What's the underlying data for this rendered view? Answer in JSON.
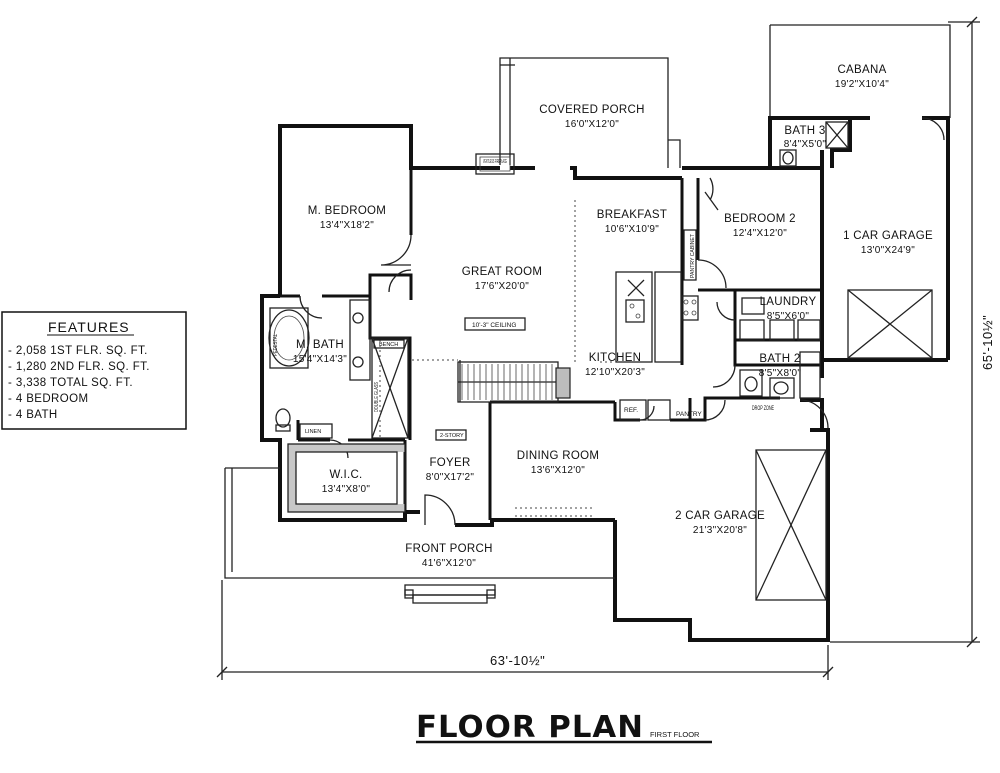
{
  "features": {
    "title": "FEATURES",
    "items": [
      "- 2,058 1ST FLR. SQ. FT.",
      "- 1,280 2ND FLR. SQ. FT.",
      "- 3,338 TOTAL SQ. FT.",
      "- 4 BEDROOM",
      "- 4 BATH"
    ]
  },
  "rooms": {
    "cabana": {
      "name": "CABANA",
      "size": "19'2\"X10'4\""
    },
    "covered_porch": {
      "name": "COVERED PORCH",
      "size": "16'0\"X12'0\""
    },
    "bath3": {
      "name": "BATH 3",
      "size": "8'4\"X5'0\""
    },
    "m_bedroom": {
      "name": "M. BEDROOM",
      "size": "13'4\"X18'2\""
    },
    "breakfast": {
      "name": "BREAKFAST",
      "size": "10'6\"X10'9\""
    },
    "bedroom2": {
      "name": "BEDROOM 2",
      "size": "12'4\"X12'0\""
    },
    "garage1": {
      "name": "1 CAR GARAGE",
      "size": "13'0\"X24'9\""
    },
    "great_room": {
      "name": "GREAT ROOM",
      "size": "17'6\"X20'0\"",
      "note": "10'-3\" CEILING"
    },
    "laundry": {
      "name": "LAUNDRY",
      "size": "8'5\"X6'0\""
    },
    "m_bath": {
      "name": "M. BATH",
      "size": "15'4\"X14'3\""
    },
    "kitchen": {
      "name": "KITCHEN",
      "size": "12'10\"X20'3\""
    },
    "bath2": {
      "name": "BATH 2",
      "size": "8'5\"X8'0\""
    },
    "wic": {
      "name": "W.I.C.",
      "size": "13'4\"X8'0\""
    },
    "foyer": {
      "name": "FOYER",
      "size": "8'0\"X17'2\"",
      "note": "2-STORY"
    },
    "dining": {
      "name": "DINING ROOM",
      "size": "13'6\"X12'0\""
    },
    "garage2": {
      "name": "2 CAR GARAGE",
      "size": "21'3\"X20'8\""
    },
    "front_porch": {
      "name": "FRONT PORCH",
      "size": "41'6\"X12'0\""
    }
  },
  "small_labels": {
    "fireplace": "VENTLESS FIREPLACE",
    "bench": "BENCH",
    "linen": "LINEN",
    "ref": "REF.",
    "pantry": "PANTRY",
    "drop_zone": "DROP ZONE",
    "pantry_cabinet": "PANTRY CABINET",
    "pedestal": "PEDESTAL",
    "double_glass": "DOUBLE GLASS"
  },
  "dimensions": {
    "width": "63'-10½\"",
    "depth": "65'-10½\""
  },
  "title": {
    "main": "FLOOR PLAN",
    "sub": "FIRST FLOOR"
  }
}
